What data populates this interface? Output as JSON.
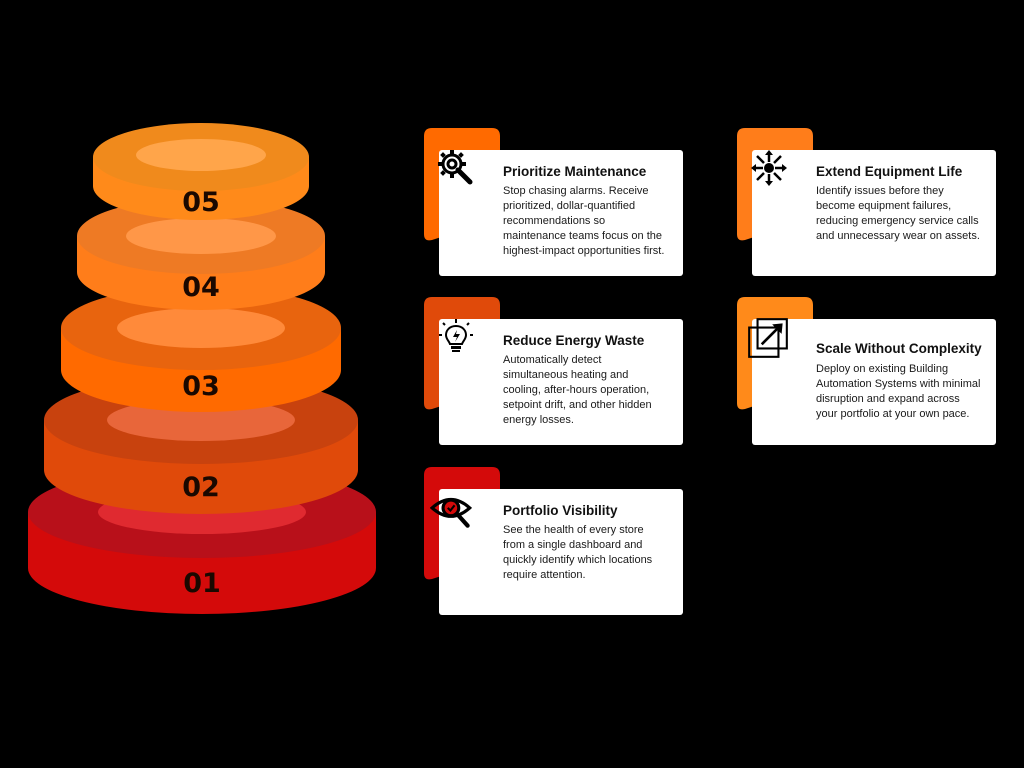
{
  "tiers": [
    {
      "number": "05",
      "top": "#f08a1c",
      "side": "#ff8a1a",
      "inner": "#ffa54a"
    },
    {
      "number": "04",
      "top": "#ee7a24",
      "side": "#ff7d1a",
      "inner": "#ff9748"
    },
    {
      "number": "03",
      "top": "#e8640e",
      "side": "#ff6a00",
      "inner": "#ff8a3a"
    },
    {
      "number": "02",
      "top": "#c8420e",
      "side": "#e04a0a",
      "inner": "#e8663a"
    },
    {
      "number": "01",
      "top": "#b8101a",
      "side": "#d40a0a",
      "inner": "#e02a30"
    }
  ],
  "cards": [
    {
      "id": "prioritize",
      "title": "Prioritize Maintenance",
      "description": "Stop chasing alarms. Receive prioritized, dollar-quantified recommendations so maintenance teams focus on the highest-impact opportunities first.",
      "icon": "gear-wrench-icon",
      "color": "#ff6a00"
    },
    {
      "id": "extend",
      "title": "Extend Equipment Life",
      "description": "Identify issues before they become equipment failures, reducing emergency service calls and unnecessary wear on assets.",
      "icon": "network-expand-icon",
      "color": "#ff7d1a"
    },
    {
      "id": "energy",
      "title": "Reduce Energy Waste",
      "description": "Automatically detect simultaneous heating and cooling, after-hours operation, setpoint drift, and other hidden energy losses.",
      "icon": "lightbulb-icon",
      "color": "#e04a0a"
    },
    {
      "id": "scale",
      "title": "Scale Without Complexity",
      "description": "Deploy on existing Building Automation Systems with minimal disruption and expand across your portfolio at your own pace.",
      "icon": "scale-arrow-icon",
      "color": "#ff8a1a"
    },
    {
      "id": "visibility",
      "title": "Portfolio Visibility",
      "description": "See the health of every store from a single dashboard and quickly identify which locations require attention.",
      "icon": "eye-search-icon",
      "color": "#d40a0a"
    }
  ]
}
